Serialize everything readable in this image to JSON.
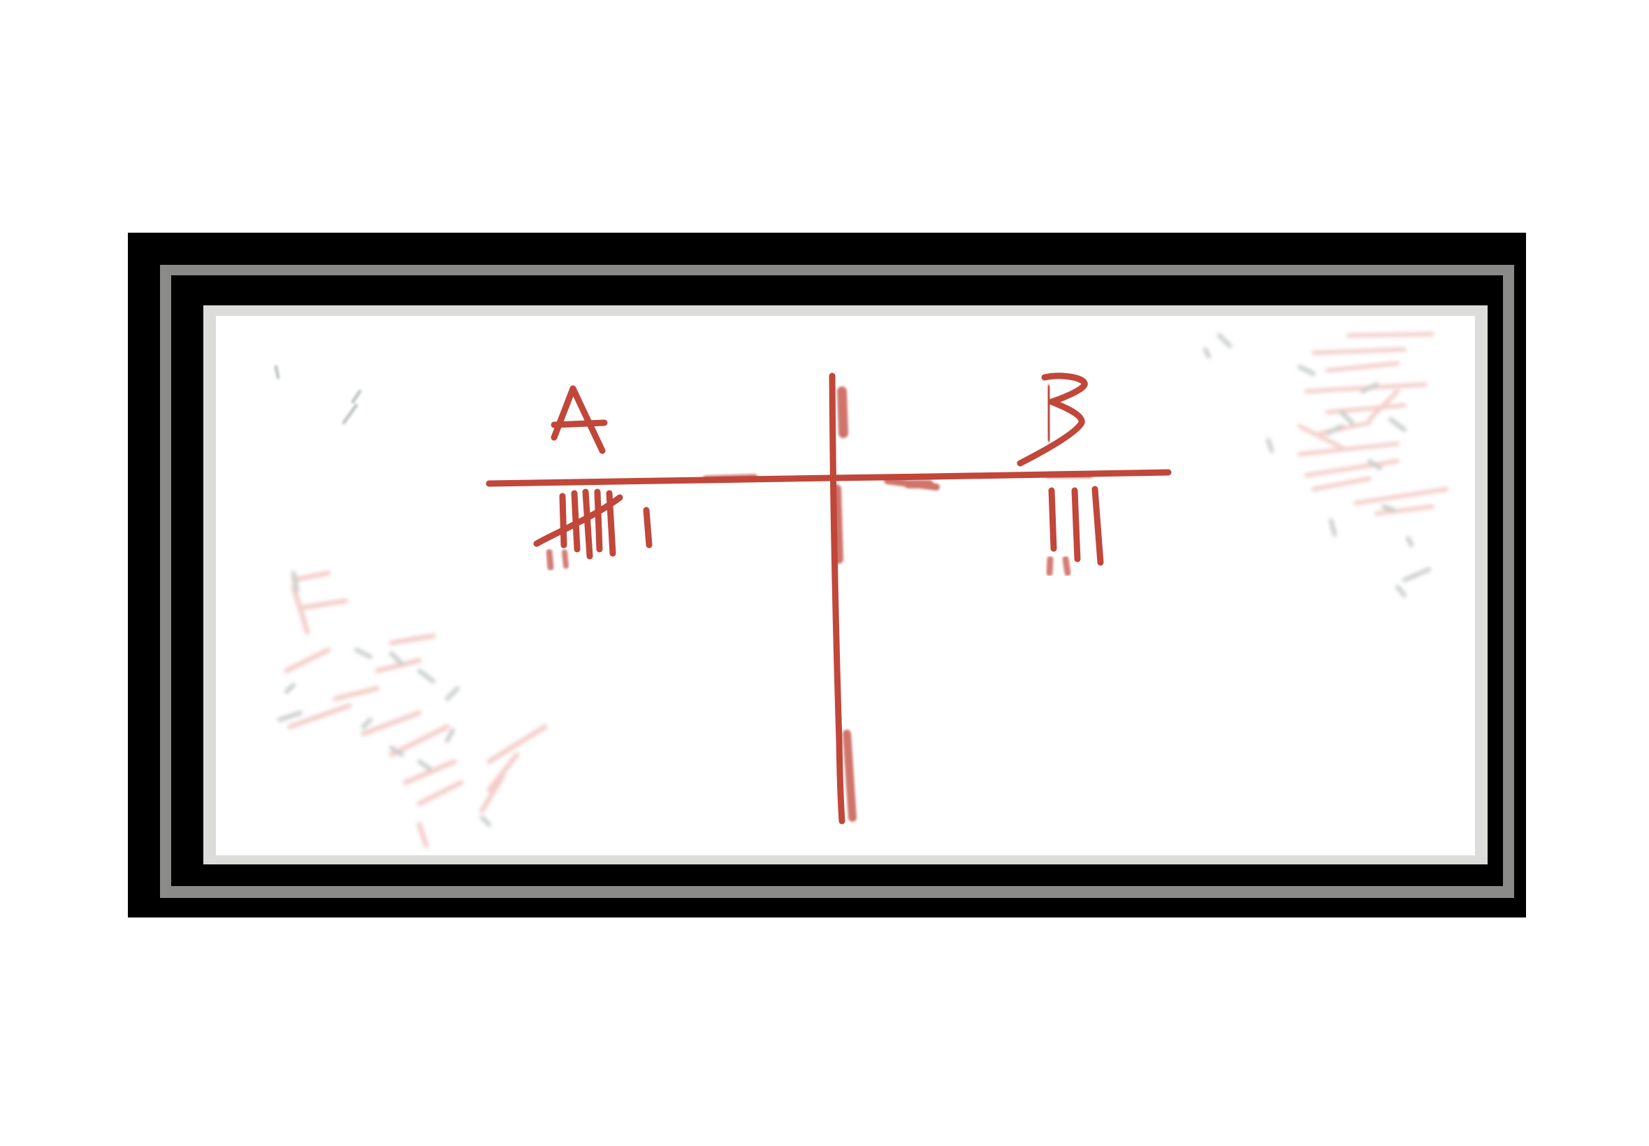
{
  "diagram": {
    "left_heading": "A",
    "right_heading": "B",
    "left_tally_count": 6,
    "right_tally_count": 3,
    "ink_color": "#c0473a",
    "smudge_color_red": "#e8a49c",
    "smudge_color_gray": "#9aa3a0",
    "frame_color": "#000000",
    "bevel_color": "#8a8a88",
    "rim_color": "#dcdcda",
    "surface_color": "#ffffff"
  }
}
